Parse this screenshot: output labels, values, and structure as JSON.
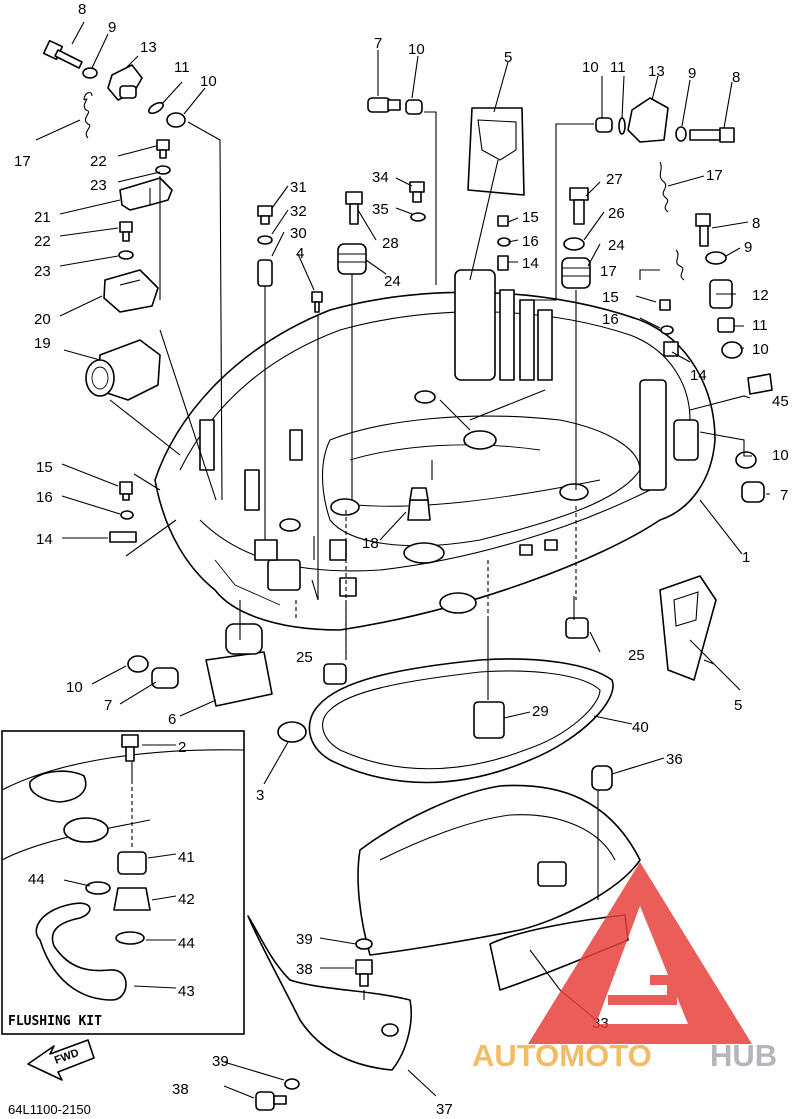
{
  "diagram_code": "64L1100-2150",
  "kit_title": "FLUSHING KIT",
  "fwd_label": "FWD",
  "watermark": {
    "part1": "AUTOMOTO",
    "part2": "HUB",
    "accent_color": "#e8413c",
    "text_color": "#f2b14a",
    "gray_color": "#a6aab3"
  },
  "callouts": {
    "c8a": "8",
    "c9a": "9",
    "c13a": "13",
    "c11a": "11",
    "c10a": "10",
    "c17a": "17",
    "c22a": "22",
    "c23a": "23",
    "c21": "21",
    "c22b": "22",
    "c23b": "23",
    "c20": "20",
    "c19": "19",
    "c31": "31",
    "c32": "32",
    "c30": "30",
    "c4": "4",
    "c7a": "7",
    "c10b": "10",
    "c5a": "5",
    "c34": "34",
    "c35": "35",
    "c28": "28",
    "c24a": "24",
    "c10c": "10",
    "c11b": "11",
    "c13b": "13",
    "c9b": "9",
    "c8b": "8",
    "c27": "27",
    "c17b": "17",
    "c15a": "15",
    "c16a": "16",
    "c14a": "14",
    "c26": "26",
    "c24b": "24",
    "c8c": "8",
    "c9c": "9",
    "c17c": "17",
    "c12": "12",
    "c15b": "15",
    "c11c": "11",
    "c16b": "16",
    "c10d": "10",
    "c14b": "14",
    "c45": "45",
    "c10e": "10",
    "c7b": "7",
    "c15c": "15",
    "c16c": "16",
    "c14c": "14",
    "c18": "18",
    "c1": "1",
    "c10f": "10",
    "c7c": "7",
    "c6": "6",
    "c25a": "25",
    "c25b": "25",
    "c5b": "5",
    "c29": "29",
    "c40": "40",
    "c3": "3",
    "c36": "36",
    "c2": "2",
    "c41": "41",
    "c44a": "44",
    "c42": "42",
    "c44b": "44",
    "c43": "43",
    "c39a": "39",
    "c38a": "38",
    "c33": "33",
    "c39b": "39",
    "c38b": "38",
    "c37": "37"
  }
}
